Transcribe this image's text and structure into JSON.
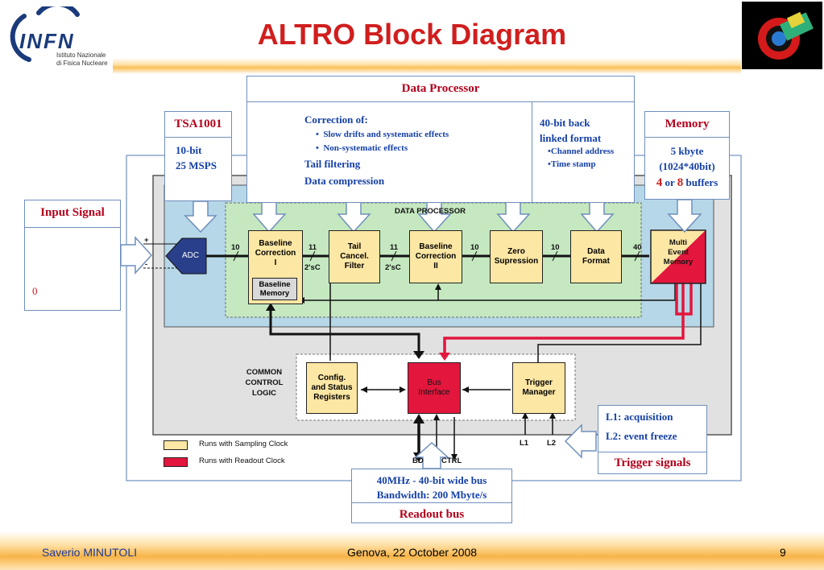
{
  "slide": {
    "title": "ALTRO Block Diagram",
    "logo": {
      "brand": "INFN",
      "line1": "Istituto Nazionale",
      "line2": "di Fisica Nucleare"
    },
    "footer": {
      "author_first": "Saverio ",
      "author_last": "MINUTOLI",
      "event": "Genova, 22 October 2008",
      "page": "9"
    }
  },
  "callouts": {
    "data_processor": {
      "title": "Data Processor"
    },
    "correction": {
      "heading": "Correction of:",
      "bullets": [
        "Slow drifts and systematic effects",
        "Non-systematic effects"
      ],
      "line1": "Tail filtering",
      "line2": "Data compression"
    },
    "format": {
      "line1": "40-bit back",
      "line2": "linked format",
      "bullets": [
        "Channel address",
        "Time stamp"
      ]
    },
    "tsa": {
      "title": "TSA1001",
      "line1": "10-bit",
      "line2": "25 MSPS"
    },
    "memory": {
      "title": "Memory",
      "line1": "5 kbyte",
      "line2": "(1024*40bit)",
      "n1": "4",
      "or": " or ",
      "n2": "8",
      "buffers": " buffers"
    },
    "input": {
      "title": "Input Signal",
      "zero": "0"
    },
    "trigger": {
      "l1": "L1: acquisition",
      "l2": "L2: event freeze",
      "title": "Trigger signals"
    },
    "readout": {
      "line1": "40MHz - 40-bit wide bus",
      "line2": "Bandwidth: 200 Mbyte/s",
      "title": "Readout bus"
    }
  },
  "diagram": {
    "dp_label": "DATA PROCESSOR",
    "adc": "ADC",
    "blocks": {
      "bc1": [
        "Baseline",
        "Correction",
        "I"
      ],
      "tail": [
        "Tail",
        "Cancel.",
        "Filter"
      ],
      "bc2": [
        "Baseline",
        "Correction",
        "II"
      ],
      "zero": [
        "Zero",
        "Supression"
      ],
      "format": [
        "Data",
        "Format"
      ],
      "mem": [
        "Multi",
        "Event",
        "Memory"
      ],
      "bmem": [
        "Baseline",
        "Memory"
      ],
      "config": [
        "Config.",
        "and Status",
        "Registers"
      ],
      "bus": [
        "Bus",
        "Interface"
      ],
      "trig": [
        "Trigger",
        "Manager"
      ]
    },
    "ccl": [
      "COMMON",
      "CONTROL",
      "LOGIC"
    ],
    "widths": [
      "10",
      "11",
      "2'sC",
      "11",
      "2'sC",
      "10",
      "10",
      "40"
    ],
    "plus": "+",
    "minus": "-",
    "bd": "BD",
    "ctrl": "CTRL",
    "l1": "L1",
    "l2": "L2",
    "legend": {
      "sampling": "Runs with Sampling Clock",
      "readout": "Runs with Readout Clock"
    },
    "colors": {
      "sampling": "#fde7a4",
      "readout": "#e3163d",
      "dp_bg": "#c5e8c0",
      "chip_bg": "#b6d7e8",
      "outer_bg": "#e1e1e1"
    }
  }
}
